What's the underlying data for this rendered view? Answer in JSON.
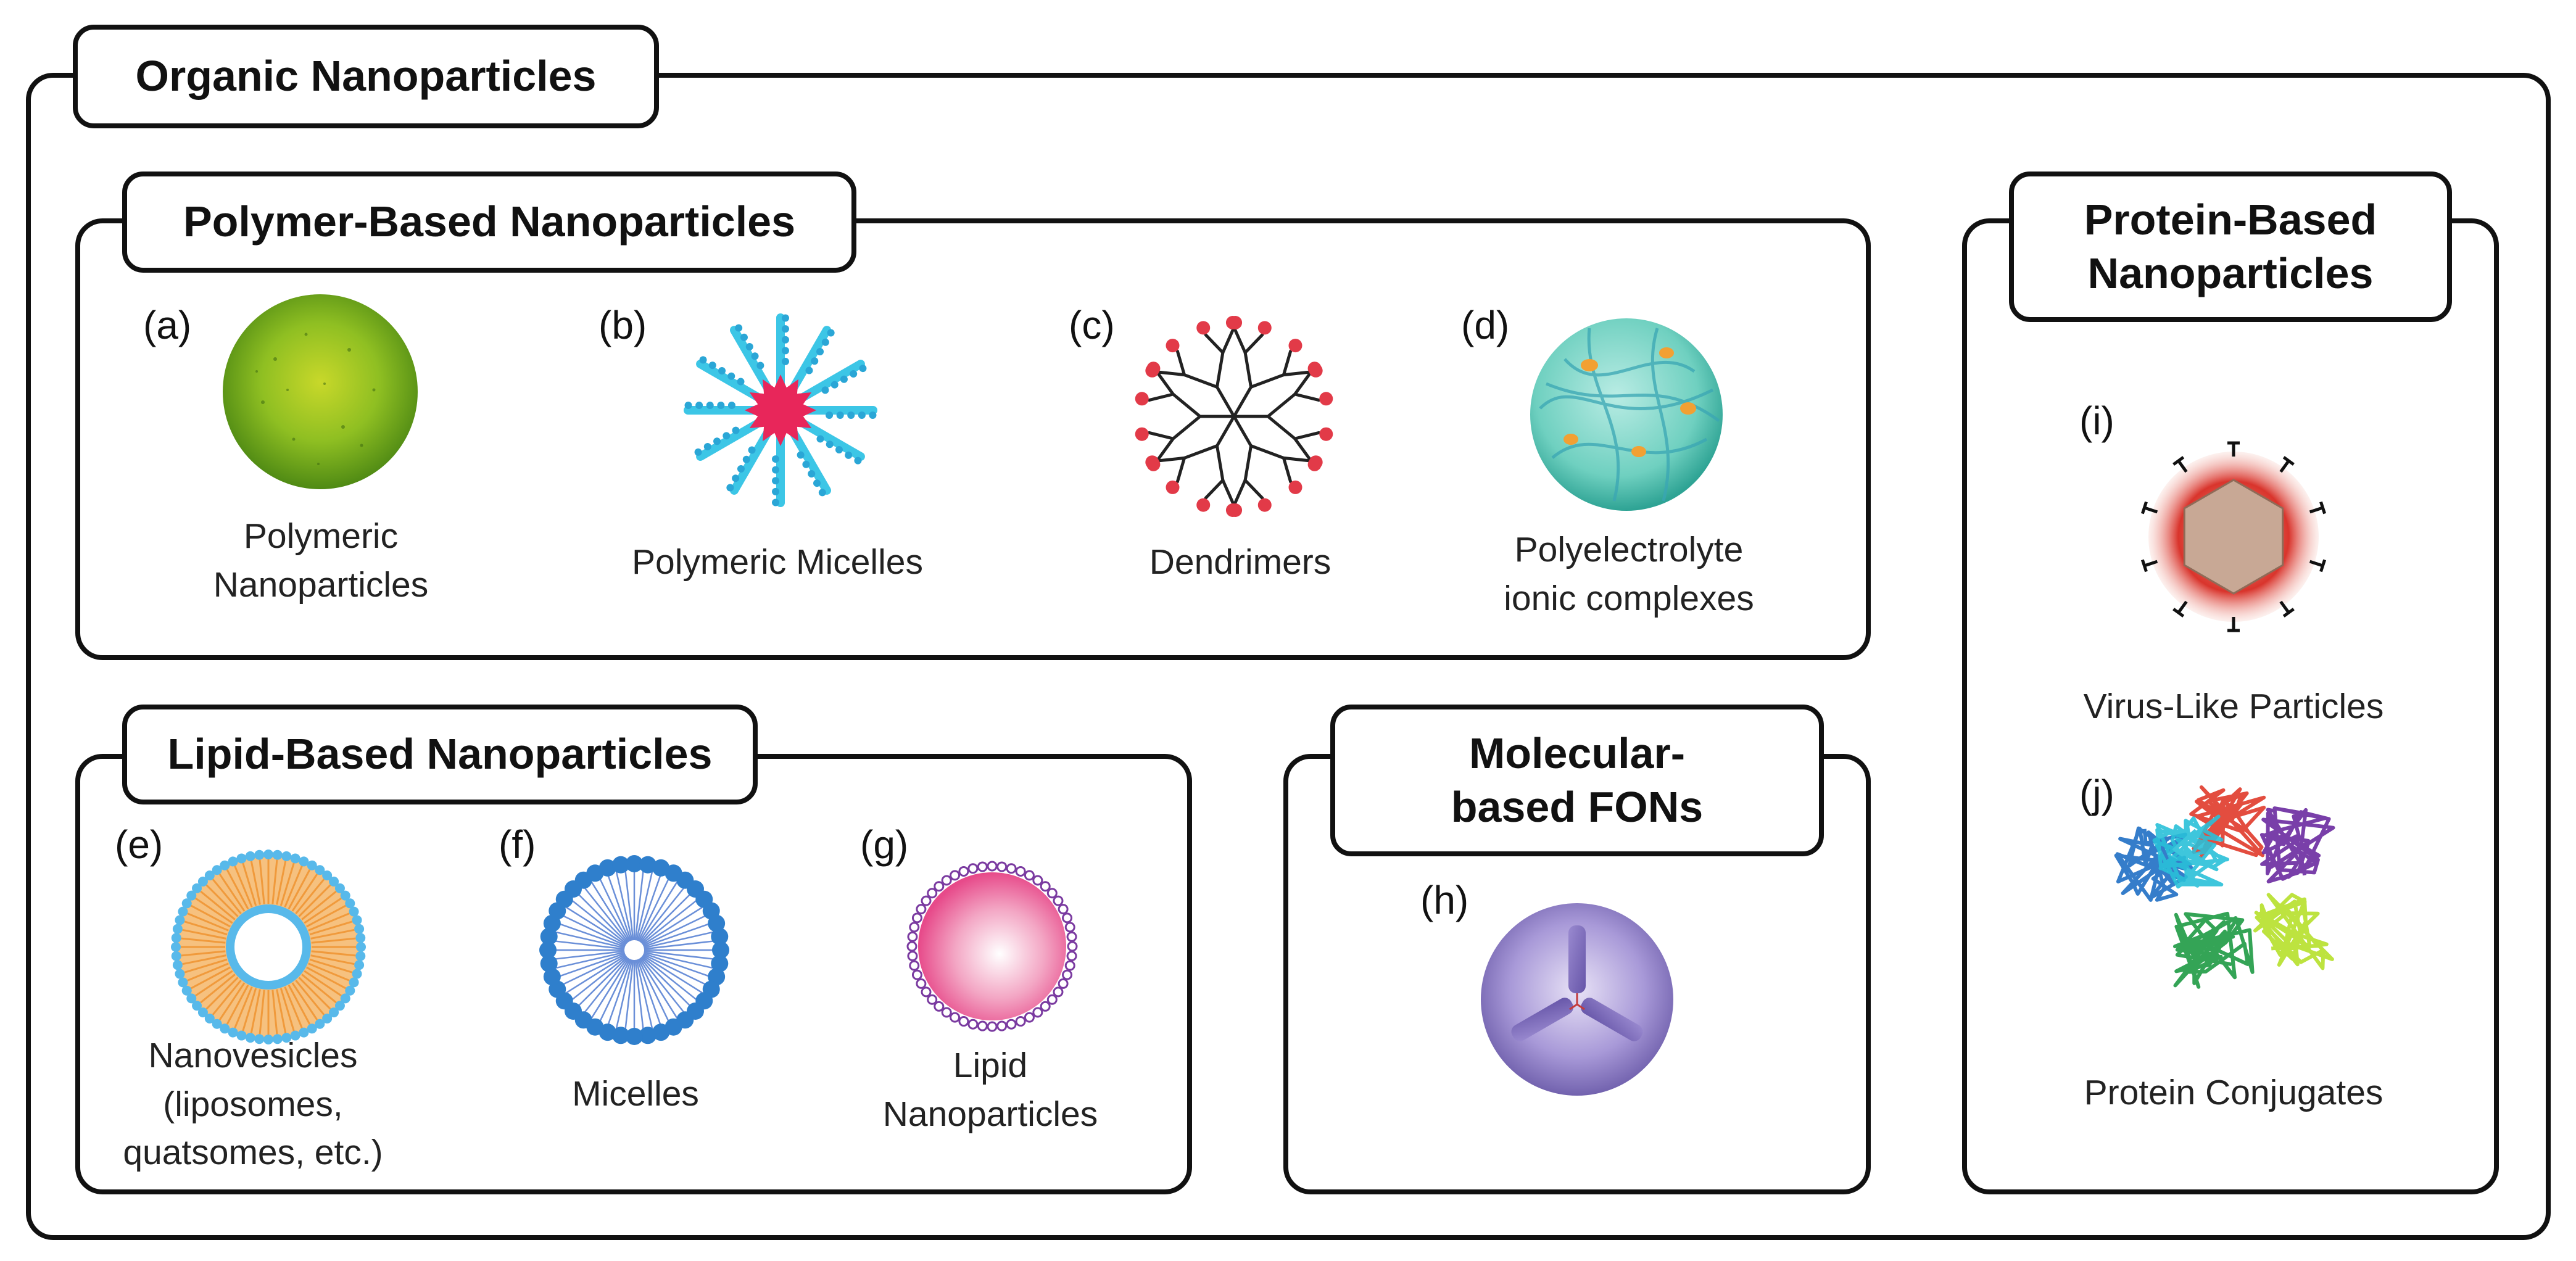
{
  "main": {
    "title": "Organic Nanoparticles"
  },
  "polymer": {
    "title": "Polymer-Based Nanoparticles",
    "items": [
      {
        "letter": "(a)",
        "caption": "Polymeric\nNanoparticles",
        "icon": "green-sphere-icon"
      },
      {
        "letter": "(b)",
        "caption": "Polymeric Micelles",
        "icon": "star-micelle-icon"
      },
      {
        "letter": "(c)",
        "caption": "Dendrimers",
        "icon": "dendrimer-icon"
      },
      {
        "letter": "(d)",
        "caption": "Polyelectrolyte\nionic complexes",
        "icon": "teal-complex-sphere-icon"
      }
    ]
  },
  "protein": {
    "title": "Protein-Based\nNanoparticles",
    "items": [
      {
        "letter": "(i)",
        "caption": "Virus-Like Particles",
        "icon": "virus-like-particle-icon"
      },
      {
        "letter": "(j)",
        "caption": "Protein Conjugates",
        "icon": "protein-conjugate-icon"
      }
    ]
  },
  "lipid": {
    "title": "Lipid-Based Nanoparticles",
    "items": [
      {
        "letter": "(e)",
        "caption": "Nanovesicles\n(liposomes,\nquatsomes, etc.)",
        "icon": "liposome-icon"
      },
      {
        "letter": "(f)",
        "caption": "Micelles",
        "icon": "micelle-icon"
      },
      {
        "letter": "(g)",
        "caption": "Lipid\nNanoparticles",
        "icon": "lipid-nanoparticle-icon"
      }
    ]
  },
  "molecular": {
    "title": "Molecular-\nbased FONs",
    "items": [
      {
        "letter": "(h)",
        "caption": "",
        "icon": "antibody-sphere-icon"
      }
    ]
  },
  "colors": {
    "border": "#111111",
    "polymer_green": "#8fbf22",
    "micelle_pink": "#e8265a",
    "micelle_cyan": "#3cc6e6",
    "dendrimer_red": "#e23a48",
    "complex_teal": "#6fd0c0",
    "vlp_red": "#d9342c",
    "liposome_blue": "#58b9ea",
    "liposome_orange": "#f4b668",
    "micelle_blue": "#2f7fcc",
    "lipid_pink": "#e74a8a",
    "lipid_purple": "#7a3aa0",
    "fon_purple": "#8a78c8"
  }
}
